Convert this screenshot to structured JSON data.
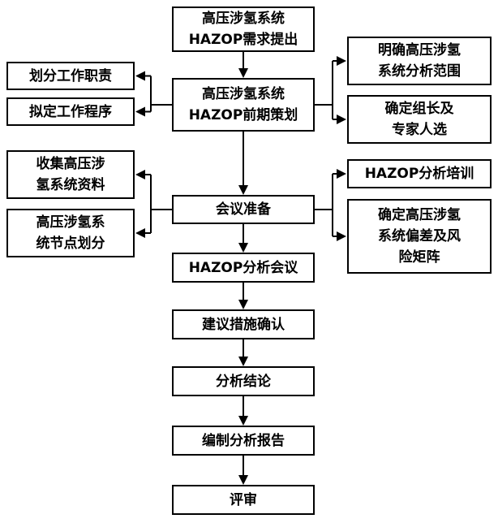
{
  "nodes": {
    "req": {
      "text": "高压涉氢系统\nHAZOP需求提出"
    },
    "plan": {
      "text": "高压涉氢系统\nHAZOP前期策划"
    },
    "duty": {
      "text": "划分工作职责"
    },
    "proc": {
      "text": "拟定工作程序"
    },
    "scope": {
      "text": "明确高压涉氢\n系统分析范围"
    },
    "leader": {
      "text": "确定组长及\n专家人选"
    },
    "collect": {
      "text": "收集高压涉\n氢系统资料"
    },
    "nodediv": {
      "text": "高压涉氢系\n统节点划分"
    },
    "prep": {
      "text": "会议准备"
    },
    "training": {
      "text": "HAZOP分析培训"
    },
    "risk": {
      "text": "确定高压涉氢\n系统偏差及风\n险矩阵"
    },
    "meeting": {
      "text": "HAZOP分析会议"
    },
    "measures": {
      "text": "建议措施确认"
    },
    "conclusion": {
      "text": "分析结论"
    },
    "report": {
      "text": "编制分析报告"
    },
    "review": {
      "text": "评审"
    }
  },
  "colors": {
    "line": "#000000",
    "border": "#000000",
    "text": "#000000",
    "background": "#ffffff"
  }
}
